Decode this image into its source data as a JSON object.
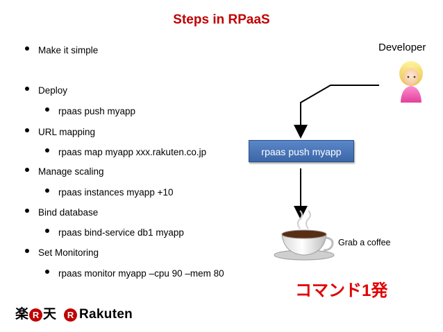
{
  "title": "Steps in RPaaS",
  "bullets": [
    {
      "text": "Make it simple",
      "level": 1
    },
    {
      "text": "Deploy",
      "level": 1
    },
    {
      "text": "rpaas push myapp",
      "level": 2
    },
    {
      "text": "URL mapping",
      "level": 1
    },
    {
      "text": "rpaas map myapp xxx.rakuten.co.jp",
      "level": 2
    },
    {
      "text": "Manage scaling",
      "level": 1
    },
    {
      "text": "rpaas instances myapp +10",
      "level": 2
    },
    {
      "text": "Bind database",
      "level": 1
    },
    {
      "text": "rpaas bind-service db1 myapp",
      "level": 2
    },
    {
      "text": "Set Monitoring",
      "level": 1
    },
    {
      "text": "rpaas monitor myapp –cpu 90 –mem 80",
      "level": 2
    }
  ],
  "diagram": {
    "developer_label": "Developer",
    "command_box": "rpaas push myapp",
    "coffee_caption": "Grab a coffee",
    "japanese_caption": "コマンド1発"
  },
  "logo": {
    "kanji_left": "楽",
    "r_mark": "R",
    "kanji_right": "天",
    "wordmark": "Rakuten"
  },
  "colors": {
    "title": "#c00000",
    "japanese_caption": "#e00000",
    "command_box": "#4a76ba",
    "logo_red": "#bf0000"
  },
  "icons": [
    "developer-figure-icon",
    "coffee-cup-icon"
  ]
}
